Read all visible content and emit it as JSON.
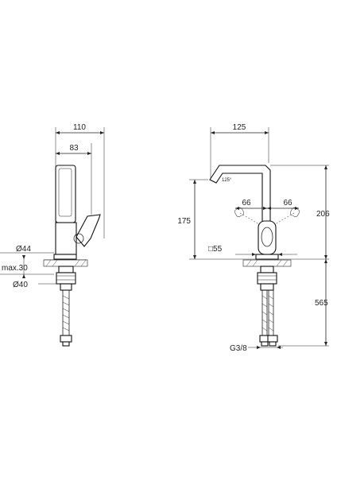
{
  "side_view": {
    "dim_width_total": "110",
    "dim_width_handle": "83",
    "dim_diam_top": "Ø44",
    "dim_max_deck": "max.30",
    "dim_diam_hole": "Ø40"
  },
  "front_view": {
    "dim_spout_reach": "125",
    "dim_swivel_angle": "125°",
    "dim_handle_left": "66",
    "dim_handle_right": "66",
    "dim_spout_height": "175",
    "dim_total_height": "206",
    "dim_base_square": "□55",
    "dim_hose_length": "565",
    "dim_thread": "G3/8"
  },
  "colors": {
    "line": "#222222",
    "background": "#ffffff"
  }
}
